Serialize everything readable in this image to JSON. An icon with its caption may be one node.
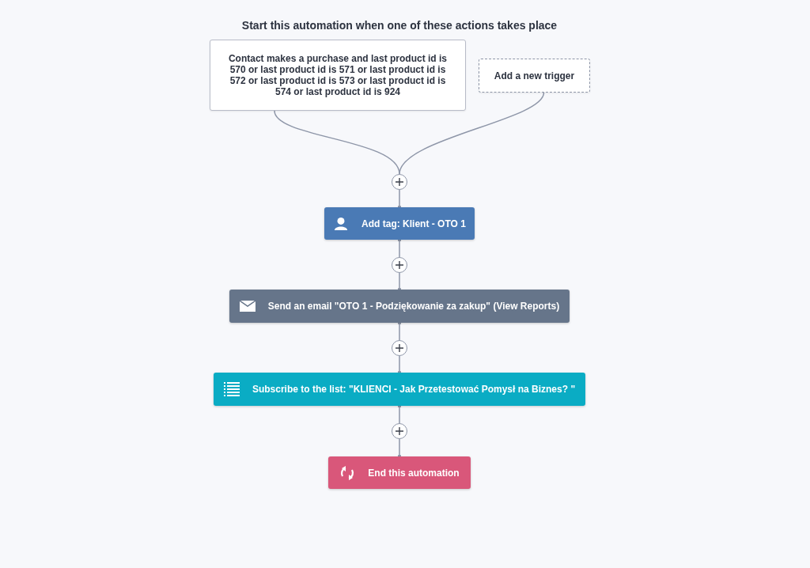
{
  "diagram": {
    "title": "Start this automation when one of these actions takes place",
    "nodes": [
      {
        "text": [
          "Contact makes a purchase and last product id is 570 or last product id is 571 or last product id is 572 or last product id is 573 or last product id is 574 or last product id is 924"
        ]
      },
      {
        "text": [
          "Add a new trigger"
        ]
      },
      {
        "text": [],
        "shape": "circle"
      },
      {
        "text": [
          "Add tag: Klient - OTO 1"
        ]
      },
      {
        "text": [],
        "shape": "circle"
      },
      {
        "text": [
          "Send an email \"OTO 1 - Podziękowanie za zakup\" (View Reports)"
        ]
      },
      {
        "text": [],
        "shape": "circle"
      },
      {
        "text": [
          "Subscribe to the list: \"KLIENCI - Jak Przetestować Pomysł na Biznes? \""
        ]
      },
      {
        "text": [],
        "shape": "circle"
      },
      {
        "text": [
          "End this automation"
        ]
      }
    ],
    "edges": [
      {
        "from": 0,
        "to": 2,
        "arrow": "none"
      },
      {
        "from": 1,
        "to": 2,
        "arrow": "none"
      },
      {
        "from": 2,
        "to": 3,
        "arrow": "other"
      },
      {
        "from": 3,
        "to": 4,
        "arrow": "other"
      },
      {
        "from": 4,
        "to": 5,
        "arrow": "other"
      },
      {
        "from": 5,
        "to": 6,
        "arrow": "other"
      },
      {
        "from": 6,
        "to": 7,
        "arrow": "other"
      },
      {
        "from": 7,
        "to": 8,
        "arrow": "other"
      },
      {
        "from": 8,
        "to": 9,
        "arrow": "other"
      }
    ]
  }
}
